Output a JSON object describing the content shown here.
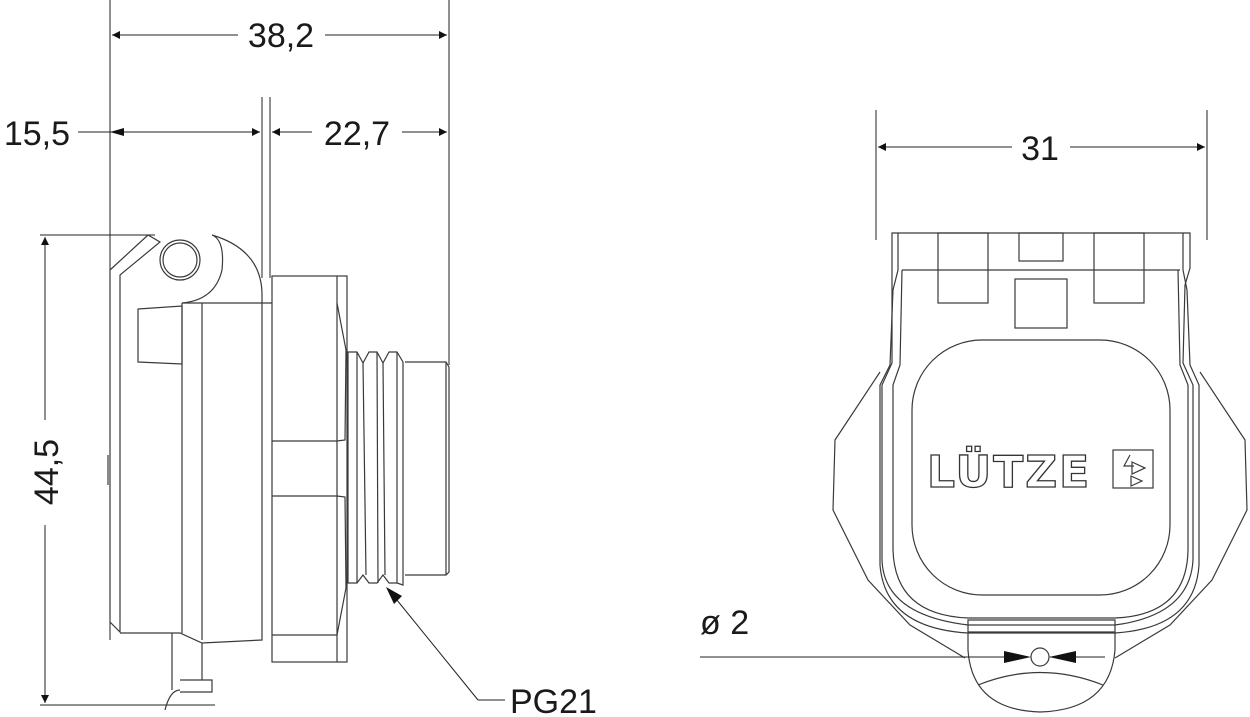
{
  "drawing": {
    "side_view": {
      "overall_length": "38,2",
      "front_length": "15,5",
      "rear_length": "22,7",
      "height": "44,5",
      "thread_label": "PG21"
    },
    "front_view": {
      "width": "31",
      "hole_diameter": "ø 2",
      "logo_text": "LÜTZE"
    }
  }
}
